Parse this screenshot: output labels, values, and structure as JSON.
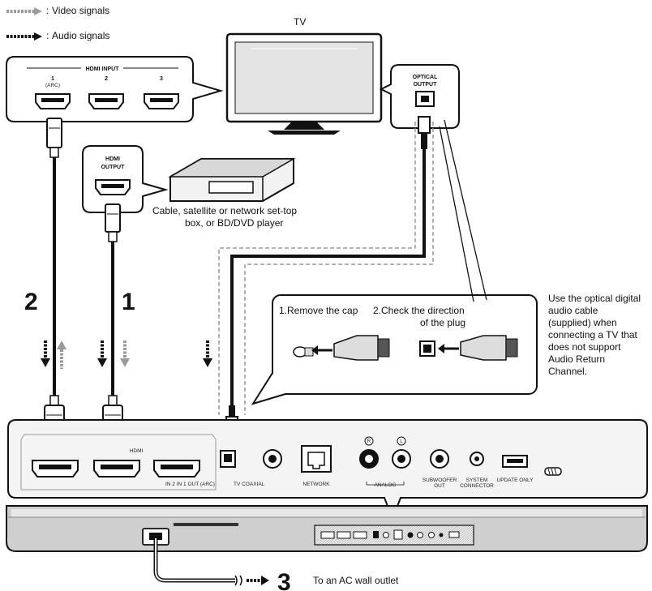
{
  "legend": {
    "video": "Video signals",
    "audio": "Audio signals",
    "colon_video": ":",
    "colon_audio": ":"
  },
  "tv": {
    "label": "TV",
    "hdmi_input_title": "HDMI INPUT",
    "hdmi_ports": [
      "1",
      "2",
      "3"
    ],
    "arc_tag": "(ARC)",
    "optical_output": [
      "OPTICAL",
      "OUTPUT"
    ]
  },
  "source": {
    "hdmi_output": [
      "HDMI",
      "OUTPUT"
    ],
    "caption": [
      "Cable, satellite or network set-top",
      "box, or BD/DVD player"
    ]
  },
  "steps": {
    "two": "2",
    "one": "1",
    "three": "3"
  },
  "optical_callout": {
    "step1": "1.Remove the cap",
    "step2": "2.Check the direction",
    "step2b": "of the plug"
  },
  "note": [
    "Use the optical digital",
    "audio cable",
    "(supplied) when",
    "connecting a TV that",
    "does not support",
    "Audio Return",
    "Channel."
  ],
  "rear_panel": {
    "hdmi": "HDMI",
    "in_out": "IN 2    IN 1    OUT (ARC)",
    "tv_coaxial": "TV   COAXIAL",
    "network": "NETWORK",
    "r": "R",
    "l": "L",
    "analog": "ANALOG",
    "subwoofer": [
      "SUBWOOFER",
      "OUT"
    ],
    "system": [
      "SYSTEM",
      "CONNECTOR"
    ],
    "update": "UPDATE ONLY"
  },
  "ac_outlet": "To an AC wall outlet",
  "colors": {
    "ink": "#111111",
    "video_arrow": "#9a9a9a",
    "panel_fill": "#f4f4f4",
    "bar_fill": "#cfcfcf"
  }
}
